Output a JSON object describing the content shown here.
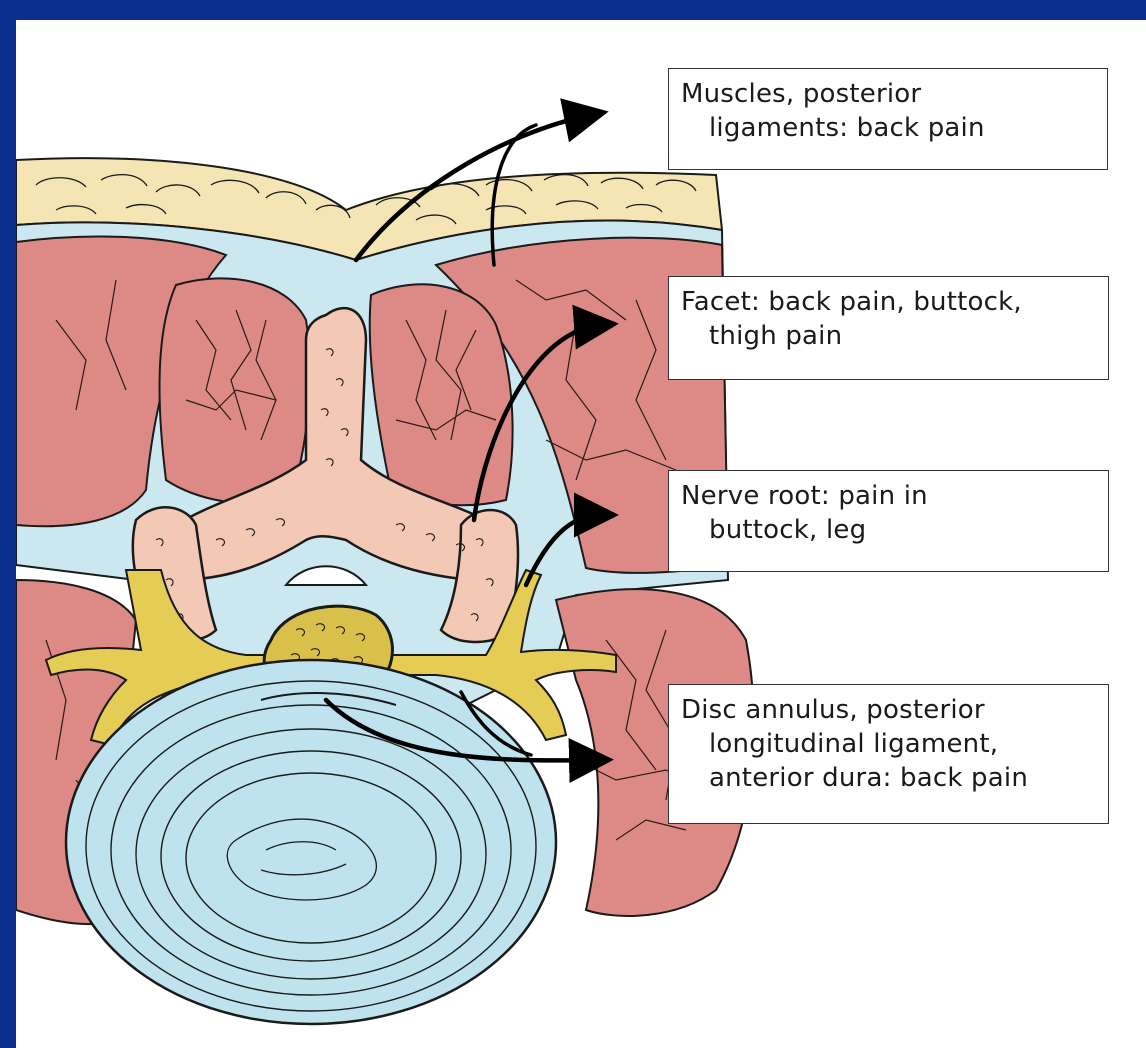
{
  "diagram": {
    "colors": {
      "slide_background": "#0b2f8f",
      "figure_background": "#ffffff",
      "fat_layer": "#f5e4b4",
      "muscle": "#dd8a86",
      "fluid_space": "#cbe8f0",
      "bone": "#f3c8b4",
      "nerve": "#e5cc55",
      "disc": "#bfe3ee",
      "outline": "#1a1a1a",
      "arrow": "#000000"
    },
    "labels": {
      "muscles": {
        "line1": "Muscles, posterior",
        "line2": "ligaments: back pain"
      },
      "facet": {
        "line1": "Facet: back pain, buttock,",
        "line2": "thigh pain"
      },
      "nerve_root": {
        "line1": "Nerve root: pain in",
        "line2": "buttock, leg"
      },
      "disc": {
        "line1": "Disc annulus, posterior",
        "line2": "longitudinal ligament,",
        "line3": "anterior dura: back pain"
      }
    }
  }
}
